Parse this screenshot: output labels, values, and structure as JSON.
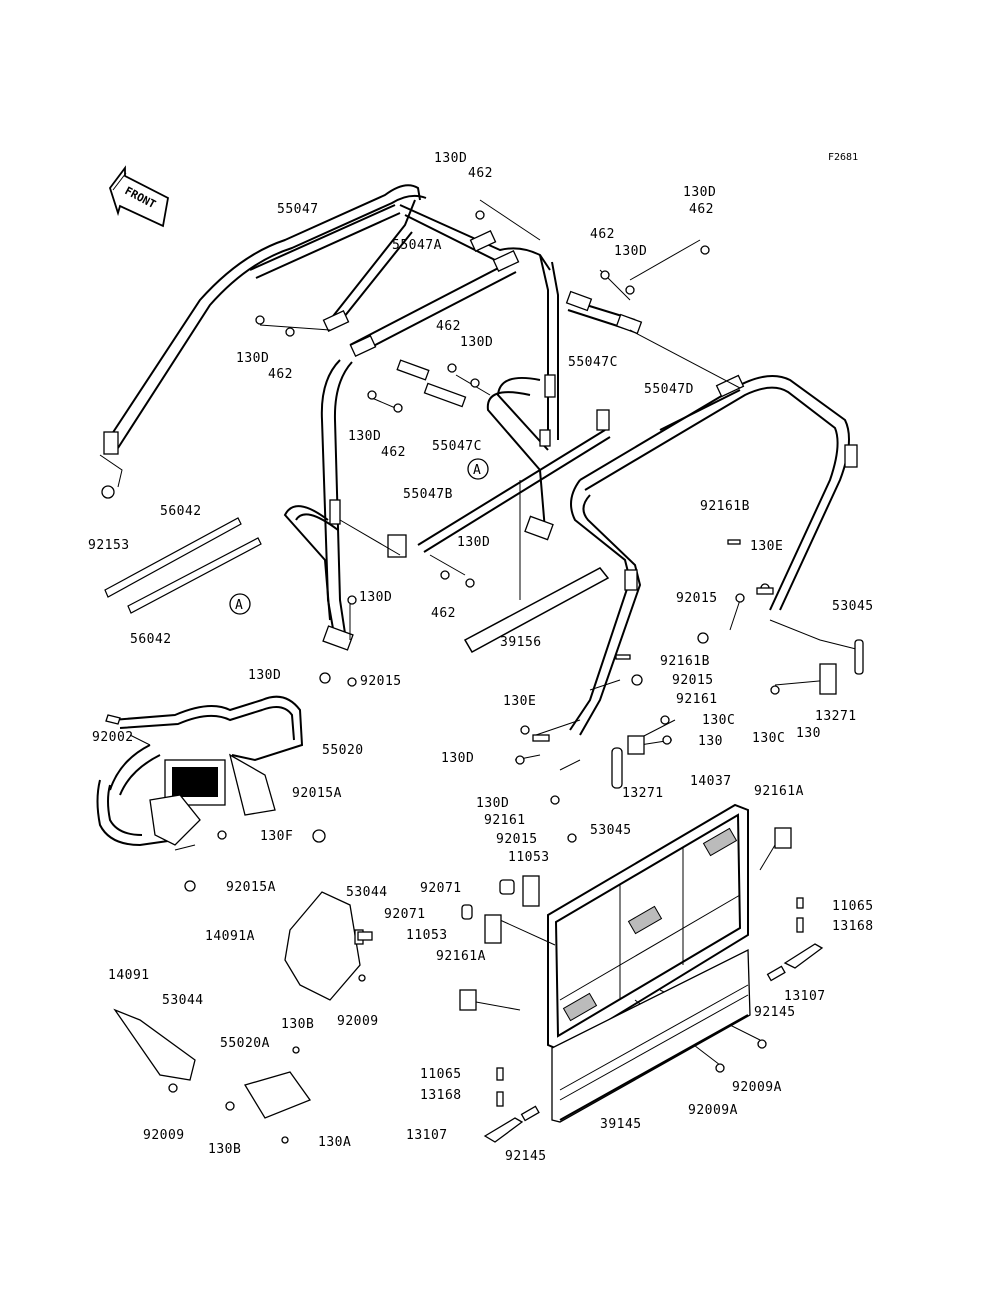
{
  "figure_code": "F2681",
  "front_label": "FRONT",
  "labels": {
    "p55047": "55047",
    "p130D_top": "130D",
    "p462_top": "462",
    "p130D_r1": "130D",
    "p462_r1": "462",
    "p462_r2": "462",
    "p130D_r2": "130D",
    "p55047A": "55047A",
    "p462_m": "462",
    "p130D_m": "130D",
    "p130D_l": "130D",
    "p462_l": "462",
    "p55047C_r": "55047C",
    "p55047D": "55047D",
    "p130D_c": "130D",
    "p462_c": "462",
    "p55047C_c": "55047C",
    "pA_1": "A",
    "p55047B": "55047B",
    "p130D_b": "130D",
    "p462_b": "462",
    "p92153": "92153",
    "p56042_a": "56042",
    "p56042_b": "56042",
    "pA_2": "A",
    "p130D_d": "130D",
    "p130D_e": "130D",
    "p92015_a": "92015",
    "p39156": "39156",
    "p92161B_a": "92161B",
    "p130E_a": "130E",
    "p92015_b": "92015",
    "p53045_a": "53045",
    "p92161B_b": "92161B",
    "p92015_c": "92015",
    "p92161_a": "92161",
    "p13271_a": "13271",
    "p130C_a": "130C",
    "p130_a": "130",
    "p130E_b": "130E",
    "p130C_b": "130C",
    "p130_b": "130",
    "p130D_f": "130D",
    "p13271_b": "13271",
    "p14037": "14037",
    "p92161A_a": "92161A",
    "p130D_g": "130D",
    "p53045_b": "53045",
    "p92161_b": "92161",
    "p92015_d": "92015",
    "p11053_a": "11053",
    "p92002": "92002",
    "p55020": "55020",
    "p92015A_a": "92015A",
    "p130F": "130F",
    "p92015A_b": "92015A",
    "p53044_a": "53044",
    "p92071_a": "92071",
    "p92071_b": "92071",
    "p11053_b": "11053",
    "p11065_a": "11065",
    "p13168_a": "13168",
    "p14091A": "14091A",
    "p92009_a": "92009",
    "p92161A_b": "92161A",
    "p13107_a": "13107",
    "p92145_a": "92145",
    "p14091": "14091",
    "p53044_b": "53044",
    "p130B_a": "130B",
    "p55020A": "55020A",
    "p11065_b": "11065",
    "p92009A_a": "92009A",
    "p13168_b": "13168",
    "p92009A_b": "92009A",
    "p92009_b": "92009",
    "p130B_b": "130B",
    "p130A": "130A",
    "p13107_b": "13107",
    "p39145": "39145",
    "p92145_b": "92145"
  }
}
